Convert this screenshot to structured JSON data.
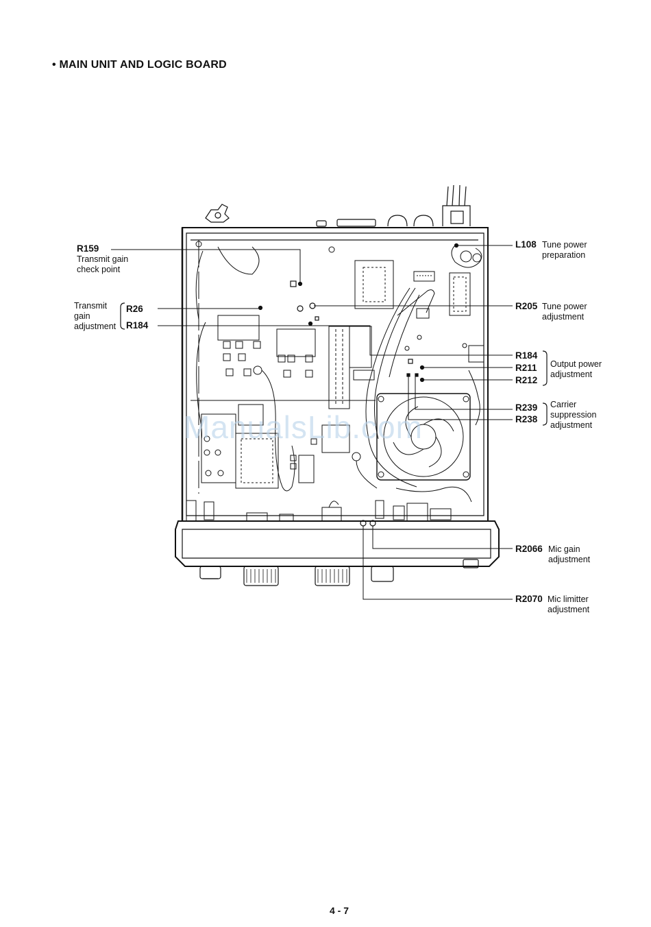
{
  "page": {
    "title": "• MAIN UNIT AND LOGIC BOARD",
    "page_number": "4 - 7",
    "watermark": "ManualsLib.com"
  },
  "callouts": {
    "r159": {
      "ref": "R159",
      "desc1": "Transmit gain",
      "desc2": "check point"
    },
    "tx_gain": {
      "desc1": "Transmit",
      "desc2": "gain",
      "desc3": "adjustment",
      "ref1": "R26",
      "ref2": "R184"
    },
    "l108": {
      "ref": "L108",
      "desc1": "Tune power",
      "desc2": "preparation"
    },
    "r205": {
      "ref": "R205",
      "desc1": "Tune power",
      "desc2": "adjustment"
    },
    "output_power": {
      "ref1": "R184",
      "ref2": "R211",
      "ref3": "R212",
      "desc1": "Output power",
      "desc2": "adjustment"
    },
    "carrier": {
      "ref1": "R239",
      "ref2": "R238",
      "desc1": "Carrier",
      "desc2": "suppression",
      "desc3": "adjustment"
    },
    "r2066": {
      "ref": "R2066",
      "desc1": "Mic gain",
      "desc2": "adjustment"
    },
    "r2070": {
      "ref": "R2070",
      "desc1": "Mic limitter",
      "desc2": "adjustment"
    }
  }
}
